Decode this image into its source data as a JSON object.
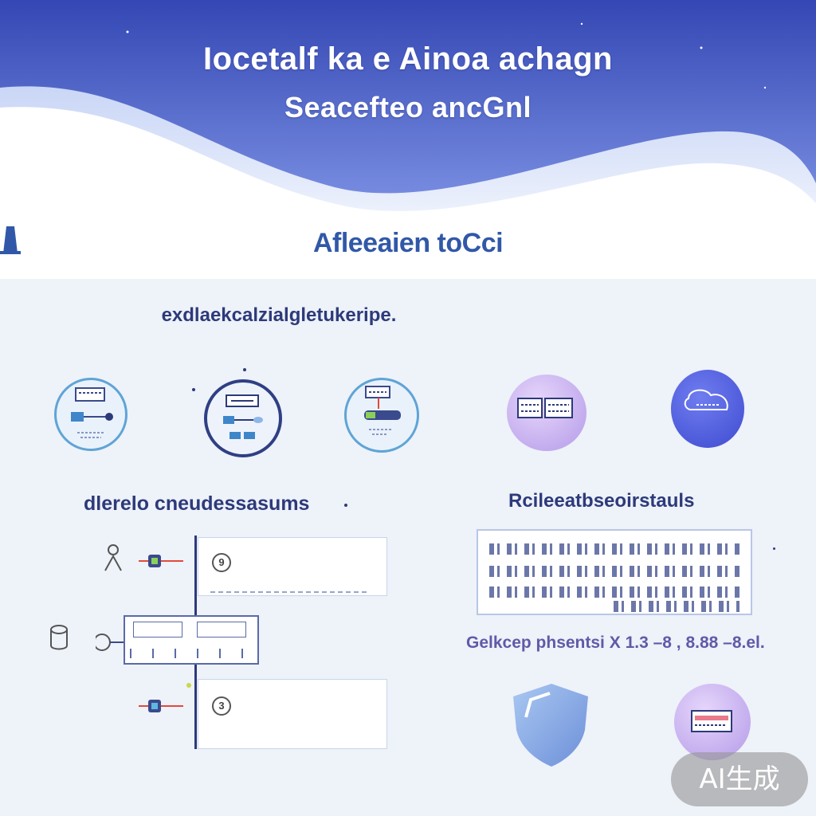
{
  "header": {
    "title_line_1": "Iocetalf ka e Ainoa achagn",
    "title_line_2": "Seacefteo ancGnl",
    "brand_text": "Afleeaien toCci",
    "colors": {
      "sky_top": "#3a4db7",
      "sky_bottom": "#6e83dc",
      "wave": "#ffffff"
    }
  },
  "sections": {
    "intro_heading": "exdlaekcalzialgletukeripe.",
    "left_heading": "dlerelo cneudessasums",
    "right_heading": "Rcileeatbseoirstauls",
    "right_caption": "Gelkcep phsentsi X 1.3 –8 , 8.88 –8.el."
  },
  "icons": [
    {
      "name": "router-icon",
      "style": "outline"
    },
    {
      "name": "server-icon",
      "style": "dark"
    },
    {
      "name": "connector-icon",
      "style": "outline"
    },
    {
      "name": "document-icon",
      "style": "lavender"
    },
    {
      "name": "cloud-icon",
      "style": "blue"
    }
  ],
  "diagram": {
    "badges": [
      "9",
      "3"
    ]
  },
  "bottom_icons": [
    "shield-icon",
    "card-icon"
  ],
  "watermark": "AI生成"
}
